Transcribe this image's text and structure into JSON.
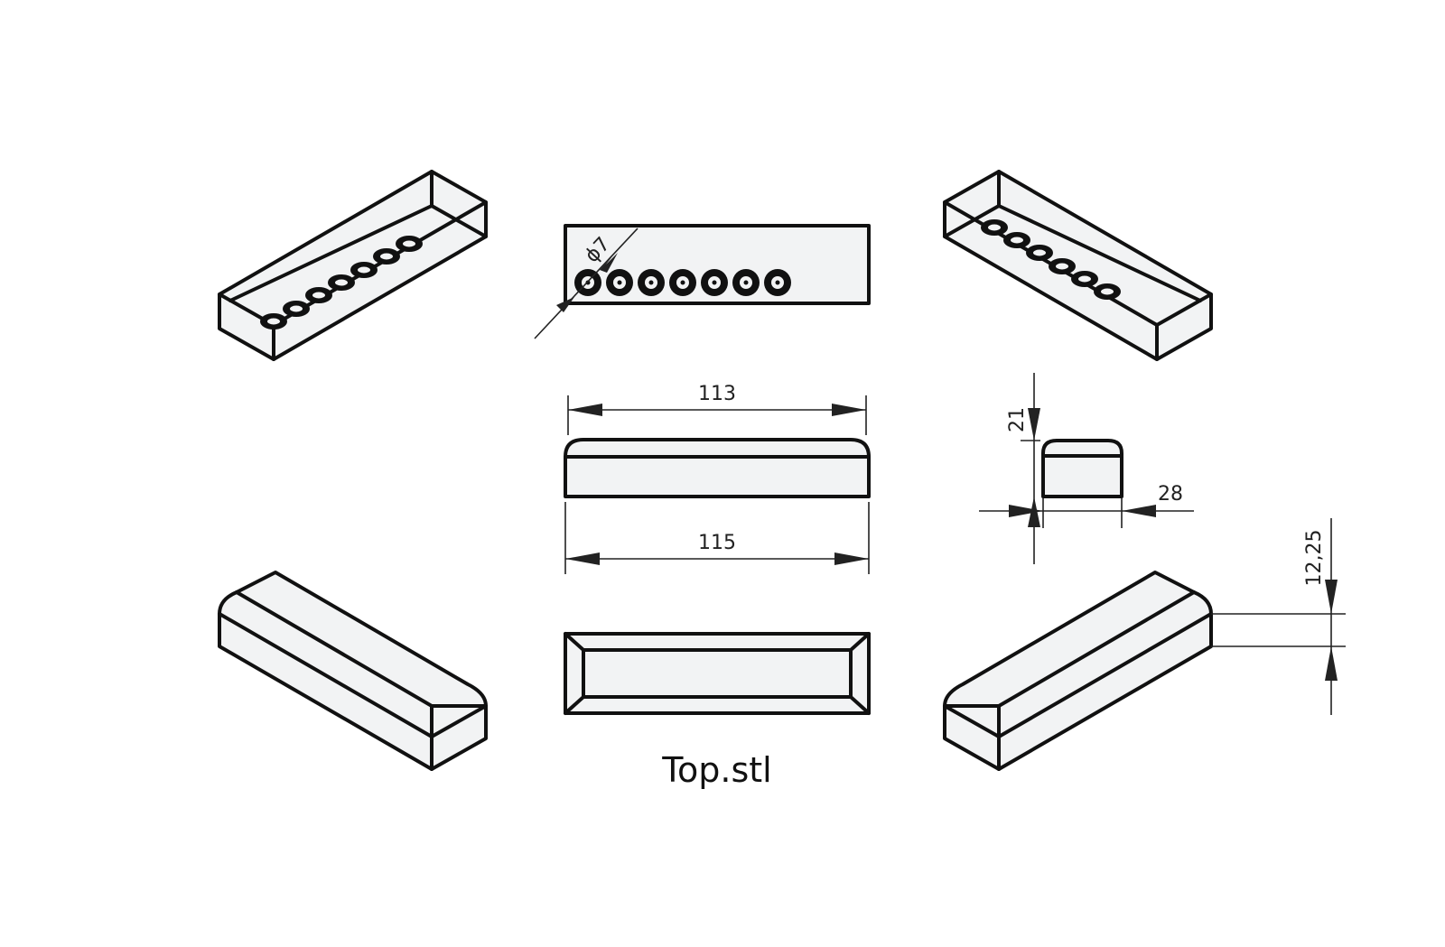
{
  "drawing": {
    "file_label": "Top.stl",
    "dimensions": {
      "hole_diameter": "ϕ7",
      "top_length": "113",
      "bottom_length": "115",
      "height": "21",
      "width": "28",
      "chamfer_height": "12,25"
    },
    "hole_count": 7
  }
}
